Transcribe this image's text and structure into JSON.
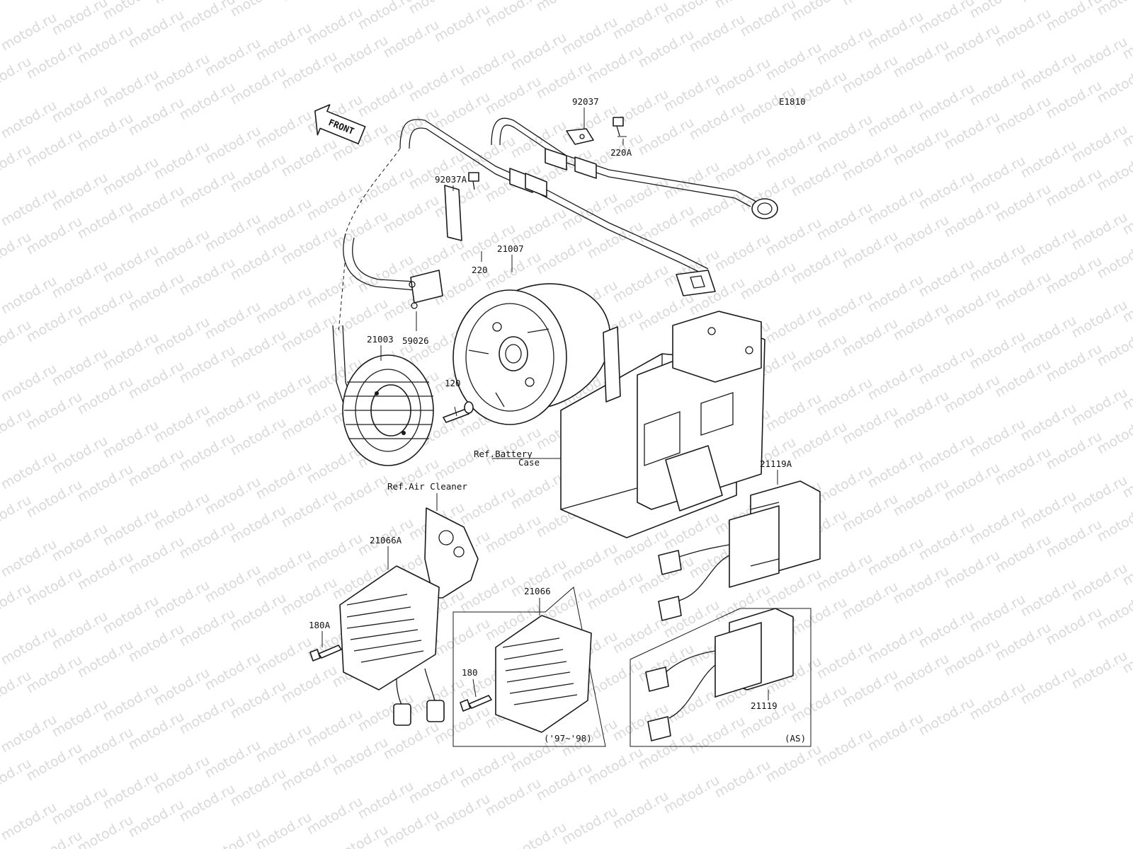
{
  "diagram_code": "E1810",
  "front_arrow_label": "FRONT",
  "watermark_text": "motod.ru",
  "colors": {
    "ink": "#1a1a1a",
    "watermark": "#d9d9d9",
    "background": "#ffffff"
  },
  "parts": {
    "p92037": "92037",
    "p220A": "220A",
    "p92037A": "92037A",
    "p220": "220",
    "p21007": "21007",
    "p59026": "59026",
    "p21003": "21003",
    "p120": "120",
    "p21119A": "21119A",
    "p21066A": "21066A",
    "p180A": "180A",
    "p21066": "21066",
    "p180": "180",
    "p21119": "21119"
  },
  "refs": {
    "battery_case_line1": "Ref.Battery",
    "battery_case_line2": "Case",
    "air_cleaner": "Ref.Air Cleaner"
  },
  "insets": {
    "years_note": "('97~'98)",
    "as_note": "(AS)"
  }
}
